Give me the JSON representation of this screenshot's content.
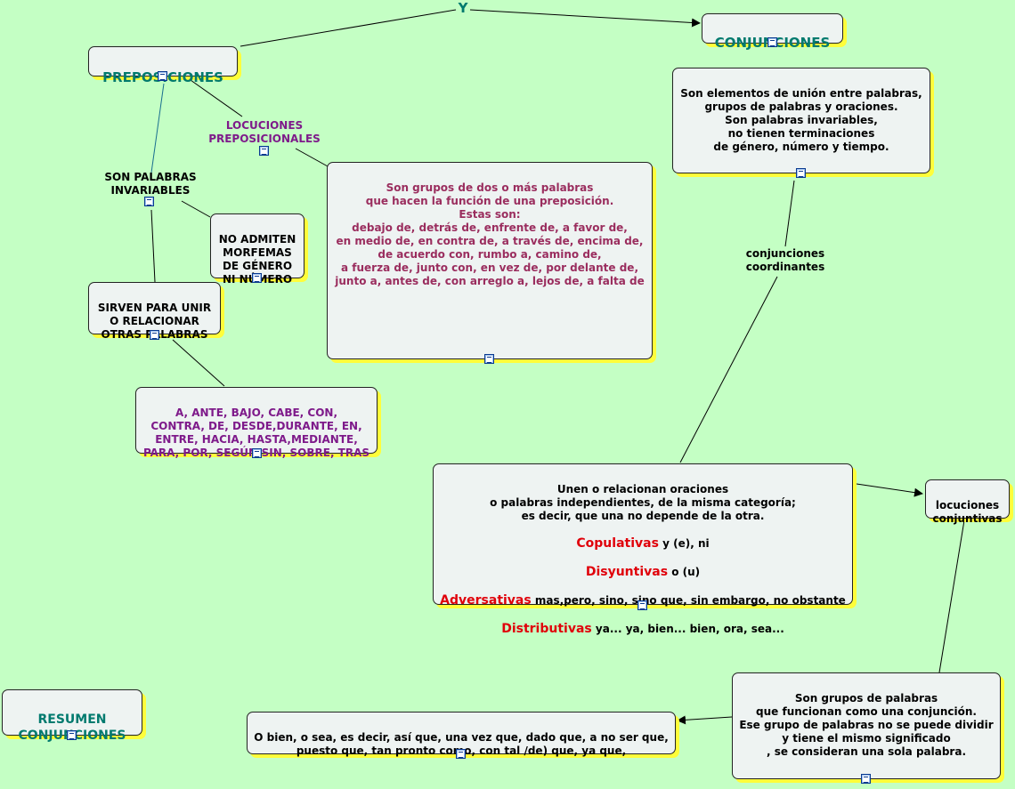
{
  "center_label": "Y",
  "preposiciones": "PREPOSICIONES",
  "conjunciones": "CONJUNCIONES",
  "locuciones_preposicionales": "LOCUCIONES\nPREPOSICIONALES",
  "son_palabras_invariables": "SON PALABRAS\nINVARIABLES",
  "no_admiten": "NO ADMITEN\nMORFEMAS\nDE GÉNERO\nNI NÚMERO",
  "sirven": "SIRVEN PARA UNIR\nO RELACIONAR\nOTRAS PALABRAS",
  "lista_preposiciones": "A, ANTE, BAJO, CABE, CON,\nCONTRA, DE, DESDE,DURANTE, EN,\nENTRE, HACIA, HASTA,MEDIANTE,\nPARA, POR, SEGÚN,SIN, SOBRE, TRAS",
  "locuciones_texto": "Son grupos de dos o más palabras\nque hacen la función de una preposición.\nEstas son:\ndebajo de, detrás de, enfrente de, a favor de,\nen medio de, en contra de, a través de, encima de,\nde acuerdo con, rumbo a, camino de,\na fuerza de, junto con, en vez de, por delante de,\njunto a, antes de, con arreglo a, lejos de, a falta de",
  "conjunciones_def": "Son elementos de unión entre palabras,\ngrupos de palabras y oraciones.\nSon palabras invariables,\nno tienen terminaciones\nde género, número y tiempo.",
  "conjunciones_coordinantes": "conjunciones\ncoordinantes",
  "coordinantes": {
    "intro": "Unen o relacionan oraciones\no palabras independientes, de la misma categoría;\nes decir, que una no depende de la otra.",
    "copulativas": {
      "label": "Copulativas",
      "text": " y (e), ni"
    },
    "disyuntivas": {
      "label": "Disyuntivas",
      "text": " o (u)"
    },
    "adversativas": {
      "label": "Adversativas",
      "text": " mas,pero, sino, sino que, sin embargo, no obstante"
    },
    "distributivas": {
      "label": "Distributivas",
      "text": " ya... ya, bien... bien,  ora, sea..."
    }
  },
  "locuciones_conjuntivas": "locuciones\nconjuntivas",
  "locuciones_conjuntivas_def": "Son grupos de palabras\nque funcionan como una conjunción.\nEse grupo de palabras no se puede dividir\ny tiene el mismo significado\n, se consideran una sola palabra.",
  "ejemplos_locuciones": "O bien, o sea, es decir, así que, una vez que, dado que, a no ser que,\npuesto que, tan pronto como, con tal /de) que, ya que,",
  "resumen": "RESUMEN\nCONJUNCIONES",
  "colors": {
    "background": "#c4ffc4",
    "node_fill": "#eef3f2",
    "shadow": "#fffd3a",
    "teal": "#007a6e",
    "purple": "#7e1a8a",
    "red": "#e0000a"
  }
}
